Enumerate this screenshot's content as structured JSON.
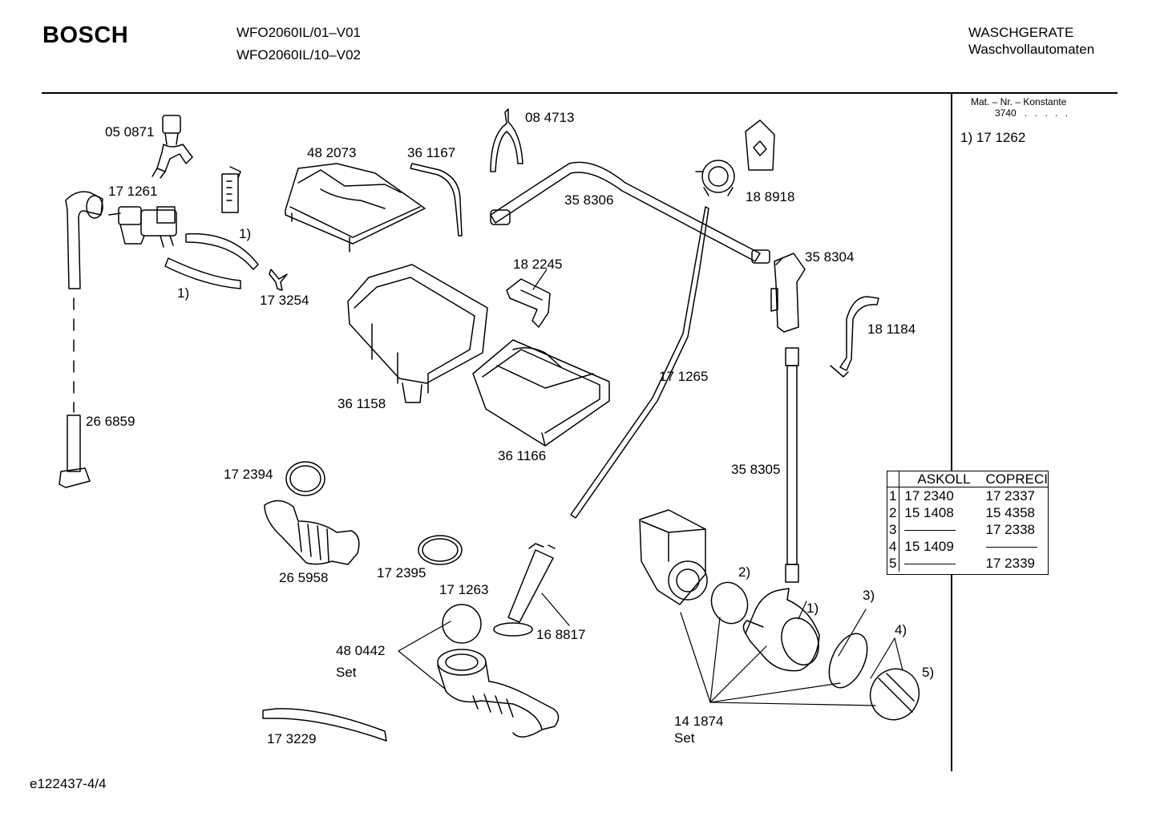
{
  "header": {
    "brand": "BOSCH",
    "models": [
      "WFO2060IL/01–V01",
      "WFO2060IL/10–V02"
    ],
    "category": "WASCHGERATE",
    "subcategory": "Waschvollautomaten"
  },
  "sidebar": {
    "mat_title": "Mat. – Nr. – Konstante",
    "mat_value": "3740",
    "mat_dots": ". . . . .",
    "note": "1) 17 1262"
  },
  "parts": {
    "p050871": "05 0871",
    "p171261": "17 1261",
    "p482073": "48 2073",
    "p361167": "36 1167",
    "p084713": "08 4713",
    "p358306": "35 8306",
    "p188918": "18 8918",
    "note1a": "1)",
    "note1b": "1)",
    "p173254": "17 3254",
    "p182245": "18 2245",
    "p358304": "35 8304",
    "p181184": "18 1184",
    "p361158": "36 1158",
    "p171265": "17 1265",
    "p266859": "26 6859",
    "p361166": "36 1166",
    "p172394": "17 2394",
    "p358305": "35 8305",
    "p265958": "26 5958",
    "p172395": "17 2395",
    "p171263": "17 1263",
    "p168817": "16 8817",
    "p480442": "48 0442",
    "set1": "Set",
    "p173229": "17 3229",
    "p141874": "14 1874",
    "set2": "Set",
    "n2": "2)",
    "n1": "1)",
    "n3": "3)",
    "n4": "4)",
    "n5": "5)"
  },
  "pump_table": {
    "headers": [
      "ASKOLL",
      "COPRECI"
    ],
    "rows": [
      {
        "idx": "1",
        "askoll": "17 2340",
        "copreci": "17 2337"
      },
      {
        "idx": "2",
        "askoll": "15 1408",
        "copreci": "15 4358"
      },
      {
        "idx": "3",
        "askoll": "",
        "copreci": "17 2338"
      },
      {
        "idx": "4",
        "askoll": "15 1409",
        "copreci": ""
      },
      {
        "idx": "5",
        "askoll": "",
        "copreci": "17 2339"
      }
    ]
  },
  "footer": {
    "code": "e122437-4/4"
  }
}
